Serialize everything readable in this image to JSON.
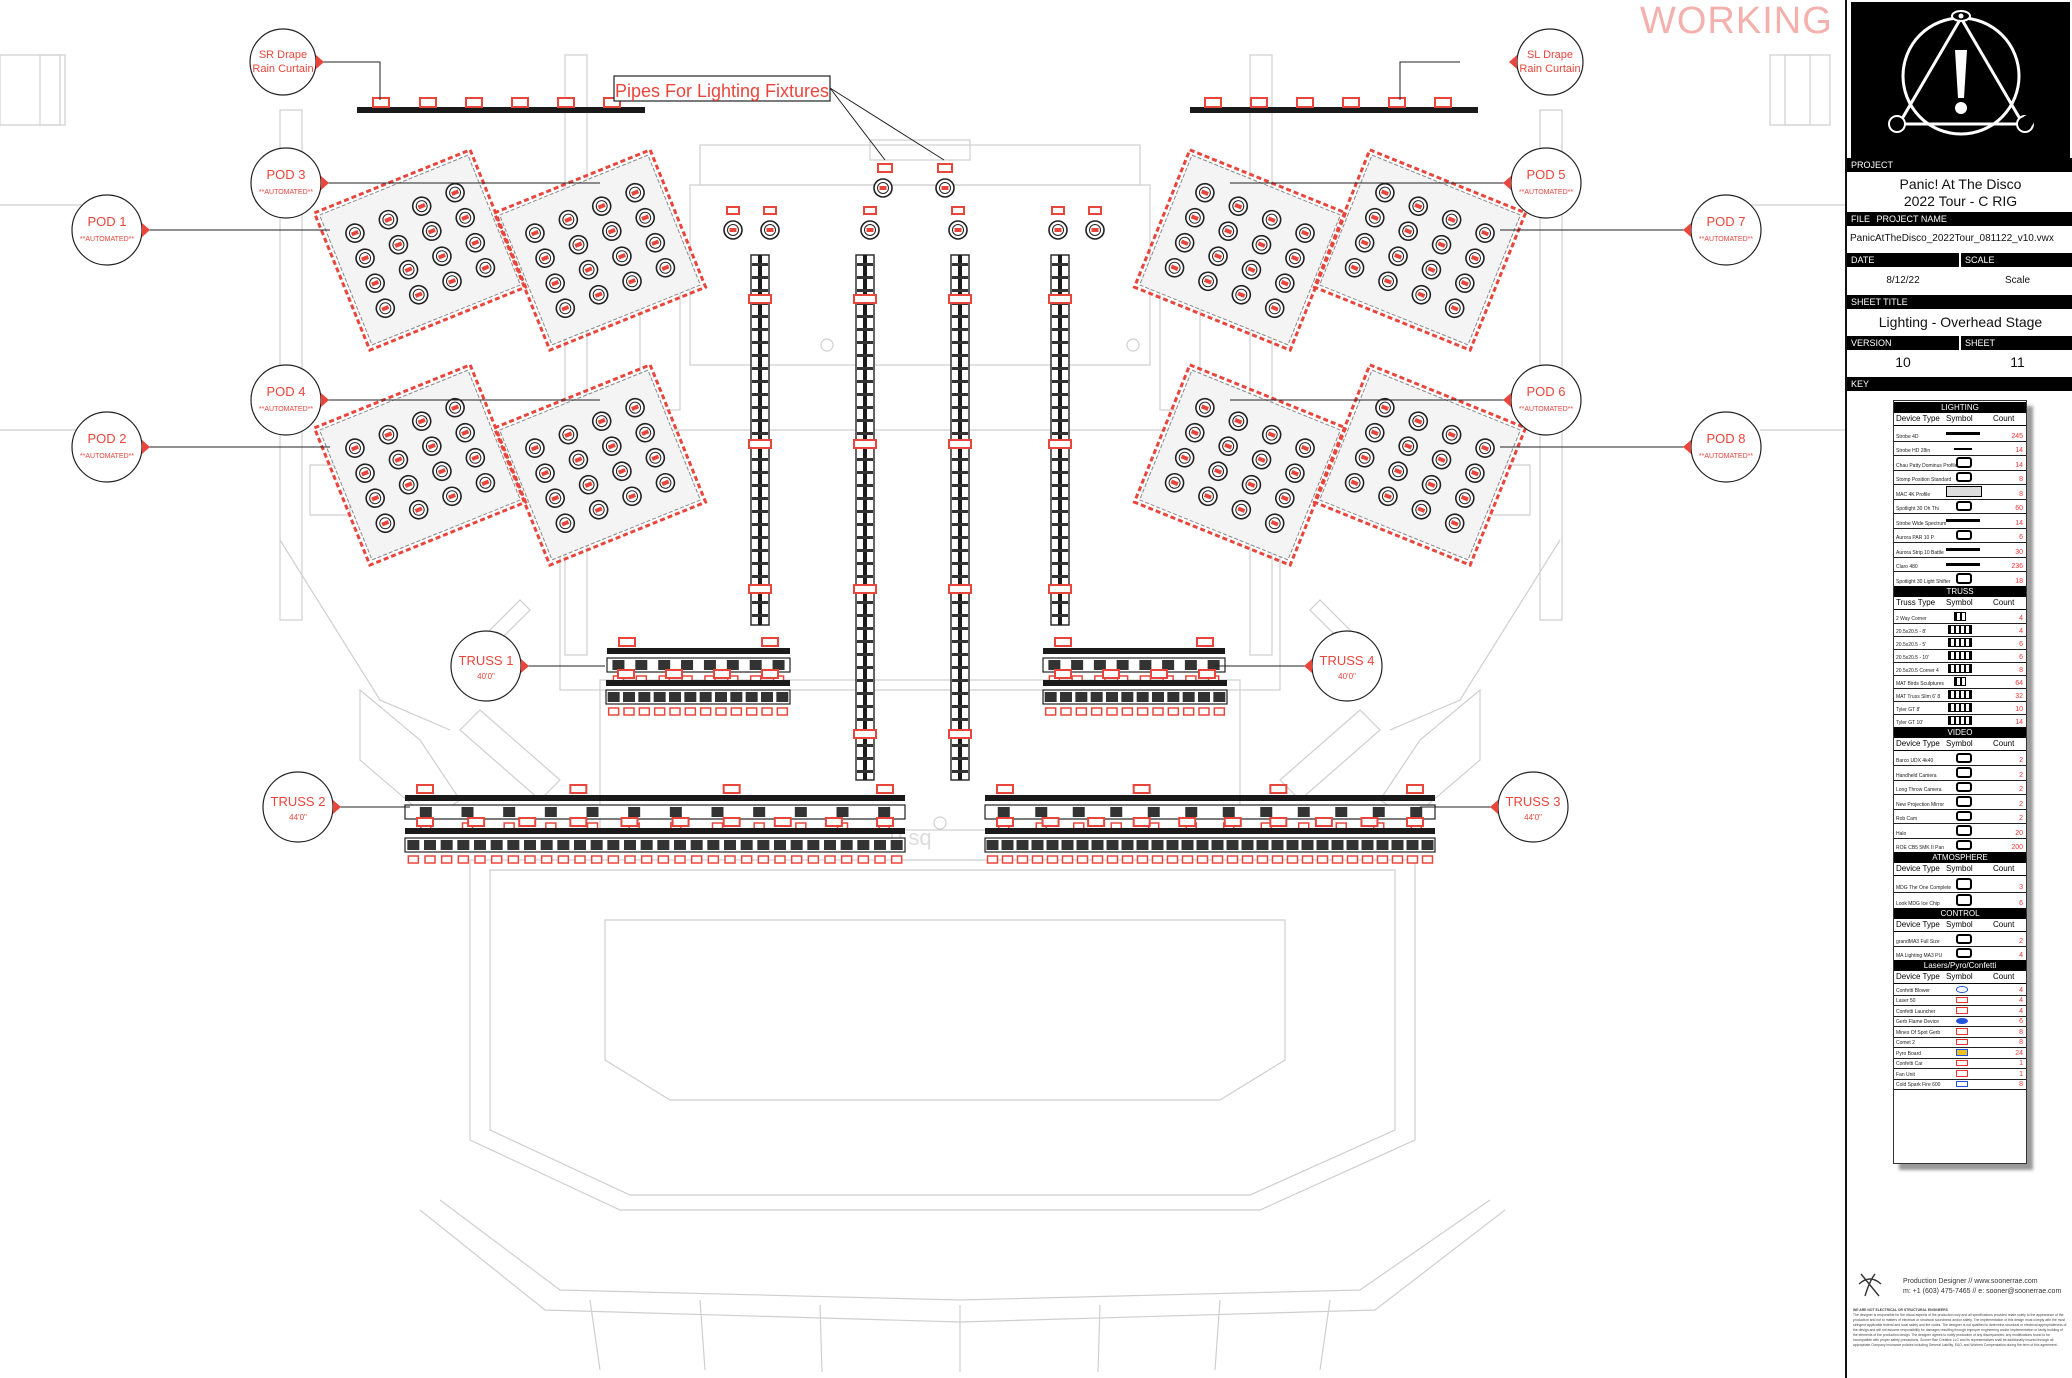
{
  "watermark": "WORKING",
  "callout_pipes": "Pipes For Lighting Fixtures",
  "circle_labels": {
    "sr_drape": {
      "line1": "SR Drape",
      "line2": "Rain Curtain"
    },
    "sl_drape": {
      "line1": "SL Drape",
      "line2": "Rain Curtain"
    },
    "pod1": {
      "name": "POD 1",
      "sub": "**AUTOMATED**"
    },
    "pod2": {
      "name": "POD 2",
      "sub": "**AUTOMATED**"
    },
    "pod3": {
      "name": "POD 3",
      "sub": "**AUTOMATED**"
    },
    "pod4": {
      "name": "POD 4",
      "sub": "**AUTOMATED**"
    },
    "pod5": {
      "name": "POD 5",
      "sub": "**AUTOMATED**"
    },
    "pod6": {
      "name": "POD 6",
      "sub": "**AUTOMATED**"
    },
    "pod7": {
      "name": "POD 7",
      "sub": "**AUTOMATED**"
    },
    "pod8": {
      "name": "POD 8",
      "sub": "**AUTOMATED**"
    },
    "truss1": {
      "name": "TRUSS 1",
      "sub": "40'0\""
    },
    "truss2": {
      "name": "TRUSS 2",
      "sub": "44'0\""
    },
    "truss3": {
      "name": "TRUSS 3",
      "sub": "44'0\""
    },
    "truss4": {
      "name": "TRUSS 4",
      "sub": "40'0\""
    }
  },
  "title_block": {
    "project_label": "PROJECT",
    "project_line1": "Panic! At The Disco",
    "project_line2": "2022 Tour - C RIG",
    "file_label": "FILE",
    "project_name_label": "PROJECT NAME",
    "file_name": "PanicAtTheDisco_2022Tour_081122_v10.vwx",
    "date_label": "DATE",
    "scale_label": "SCALE",
    "date": "8/12/22",
    "scale": "Scale",
    "sheet_title_label": "SHEET TITLE",
    "sheet_title": "Lighting - Overhead Stage",
    "version_label": "VERSION",
    "sheet_label": "SHEET",
    "version": "10",
    "sheet": "11",
    "key_label": "KEY"
  },
  "key": {
    "lighting": {
      "title": "LIGHTING",
      "cols": [
        "Device Type",
        "Symbol",
        "Count"
      ],
      "rows": [
        {
          "name": "Strobe 4D",
          "count": "245"
        },
        {
          "name": "Strobe HD 28in",
          "count": "14"
        },
        {
          "name": "Chau Patty Dominus Profile",
          "count": "14"
        },
        {
          "name": "Stomp Position Standard",
          "count": "8"
        },
        {
          "name": "MAC 4K Profile",
          "count": "8"
        },
        {
          "name": "Spotlight 30 Oh Thi",
          "count": "60"
        },
        {
          "name": "Strobe Wide Spectrum",
          "count": "14"
        },
        {
          "name": "Aurora PAR 10 P",
          "count": "6"
        },
        {
          "name": "Aurora Strip 10 Battle",
          "count": "30"
        },
        {
          "name": "Claro 480",
          "count": "236"
        },
        {
          "name": "Spotlight 30 Light Shifter",
          "count": "18"
        }
      ]
    },
    "truss": {
      "title": "TRUSS",
      "cols": [
        "Truss Type",
        "Symbol",
        "Count"
      ],
      "rows": [
        {
          "name": "2 Way Corner",
          "count": "4"
        },
        {
          "name": "20.5x20.5 - 8'",
          "count": "4"
        },
        {
          "name": "20.5x20.5 - 5'",
          "count": "6"
        },
        {
          "name": "20.5x20.5 - 10'",
          "count": "6"
        },
        {
          "name": "20.5x20.5 Corner 4",
          "count": "8"
        },
        {
          "name": "MAT Birds Sculptures",
          "count": "64"
        },
        {
          "name": "MAT Truss Slim 6' 8",
          "count": "32"
        },
        {
          "name": "Tyler GT 8'",
          "count": "10"
        },
        {
          "name": "Tyler GT 10'",
          "count": "14"
        }
      ]
    },
    "video": {
      "title": "VIDEO",
      "cols": [
        "Device Type",
        "Symbol",
        "Count"
      ],
      "rows": [
        {
          "name": "Barco UDX 4k40",
          "count": "2"
        },
        {
          "name": "Handheld Camera",
          "count": "2"
        },
        {
          "name": "Long Throw Camera",
          "count": "2"
        },
        {
          "name": "New Projection Mirror",
          "count": "2"
        },
        {
          "name": "Rob Cam",
          "count": "2"
        },
        {
          "name": "Halo",
          "count": "20"
        },
        {
          "name": "ROE CB5 5MK II Pan",
          "count": "200"
        }
      ]
    },
    "atmosphere": {
      "title": "ATMOSPHERE",
      "cols": [
        "Device Type",
        "Symbol",
        "Count"
      ],
      "rows": [
        {
          "name": "MDG The One Complete",
          "count": "3"
        },
        {
          "name": "Look MDG Ice Chip",
          "count": "6"
        }
      ]
    },
    "control": {
      "title": "CONTROL",
      "cols": [
        "Device Type",
        "Symbol",
        "Count"
      ],
      "rows": [
        {
          "name": "grandMA3 Full Size",
          "count": "2"
        },
        {
          "name": "MA Lighting MA3 PU",
          "count": "4"
        }
      ]
    },
    "lasers": {
      "title": "Lasers/Pyro/Confetti",
      "cols": [
        "Device Type",
        "Symbol",
        "Count"
      ],
      "rows": [
        {
          "name": "Confetti Blower",
          "count": "4"
        },
        {
          "name": "Laser 50",
          "count": "4"
        },
        {
          "name": "Confetti Launcher",
          "count": "4"
        },
        {
          "name": "Gerb Flame Device",
          "count": "6"
        },
        {
          "name": "Mines Of Spot Gerb",
          "count": "8"
        },
        {
          "name": "Comet 2",
          "count": "8"
        },
        {
          "name": "Pyro Board",
          "count": "24"
        },
        {
          "name": "Confetti Car",
          "count": "1"
        },
        {
          "name": "Fan Unit",
          "count": "1"
        },
        {
          "name": "Cold Spark Fire 600",
          "count": "8"
        }
      ]
    }
  },
  "designer": {
    "line1": "Production Designer // www.soonerrae.com",
    "line2": "m: +1 (603) 475-7465 // e: sooner@soonerrae.com",
    "disclaimer_title": "WE ARE NOT ELECTRICAL OR STRUCTURAL ENGINEERS",
    "disclaimer": "The designer is responsible for the visual aspects of the production only and all specifications provided relate solely to the appearance of the production and not to matters of electrical or structural soundness and/or safety. The implementation of this design must comply with the most stringent applicable federal and local safety and fire codes. The designer is not qualified to determine structural or electrical appropriateness of the design and will not assume responsibility for damages resulting through improper engineering and/or implementation or faulty building of the elements of the production design. The designer agrees to notify production of any discrepancies; any modifications found to be incompatible with proper safety precautions. Sooner Rae Creative LLC and its representatives shall be additionally insured through all appropriate Company insurance policies including General Liability, E&O, and Workers Compensation during the term of this agreement."
  },
  "colors": {
    "accent": "#e8463c",
    "ink": "#1a1a1a",
    "ghost": "#c9c9c9"
  }
}
